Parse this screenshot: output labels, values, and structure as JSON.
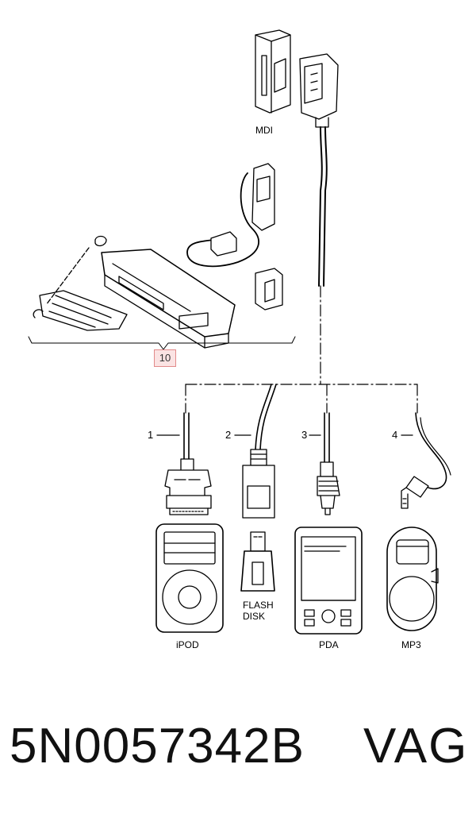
{
  "diagram": {
    "mdi_label": "MDI",
    "callout": "10",
    "cables": [
      {
        "number": "1",
        "device": "iPOD"
      },
      {
        "number": "2",
        "device_line1": "FLASH",
        "device_line2": "DISK"
      },
      {
        "number": "3",
        "device": "PDA"
      },
      {
        "number": "4",
        "device": "MP3"
      }
    ]
  },
  "footer": {
    "part_number": "5N0057342B",
    "brand": "VAG"
  }
}
